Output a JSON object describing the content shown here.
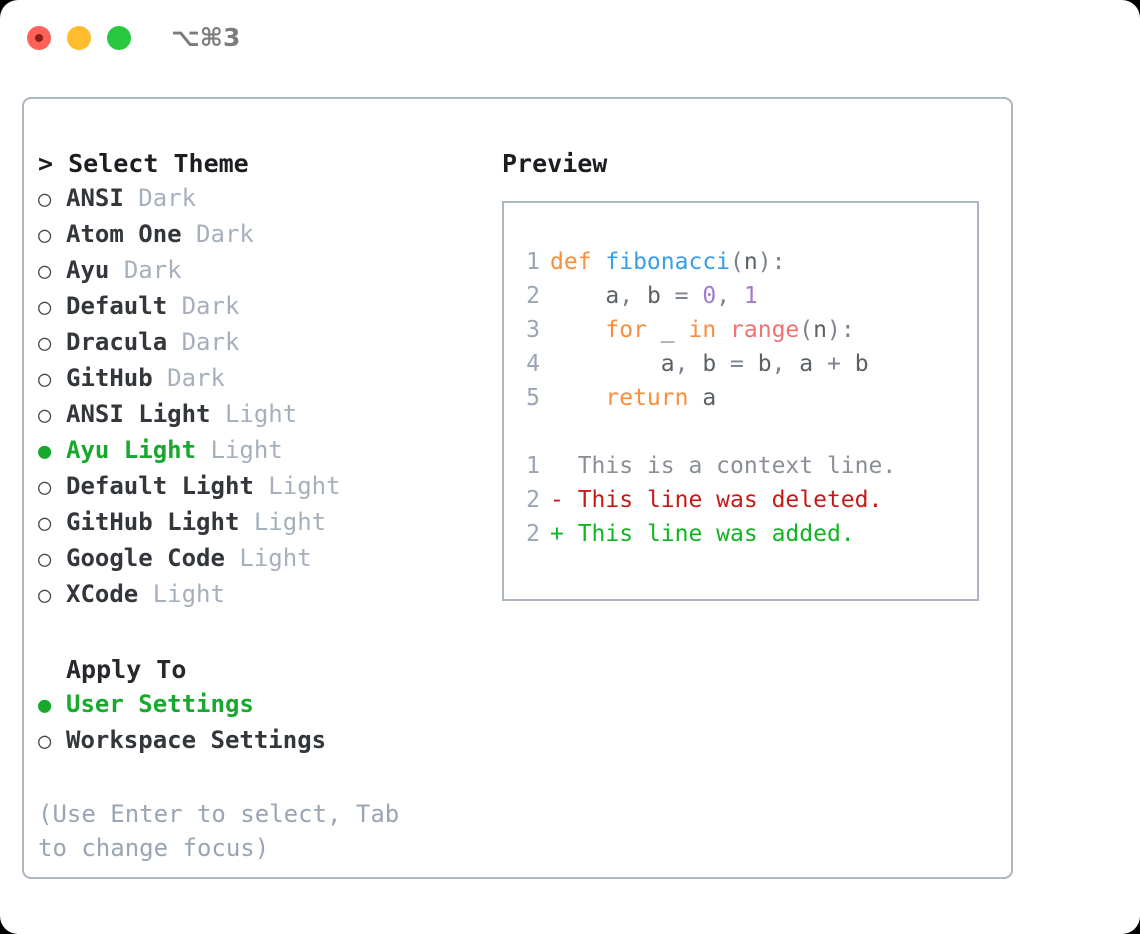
{
  "titlebar": {
    "shortcut": "⌥⌘3",
    "lights": [
      "close",
      "minimize",
      "maximize"
    ]
  },
  "theme_panel": {
    "header": "> Select Theme",
    "options": [
      {
        "marker": "○",
        "name": "ANSI",
        "tag": "Dark",
        "selected": false
      },
      {
        "marker": "○",
        "name": "Atom One",
        "tag": "Dark",
        "selected": false
      },
      {
        "marker": "○",
        "name": "Ayu",
        "tag": "Dark",
        "selected": false
      },
      {
        "marker": "○",
        "name": "Default",
        "tag": "Dark",
        "selected": false
      },
      {
        "marker": "○",
        "name": "Dracula",
        "tag": "Dark",
        "selected": false
      },
      {
        "marker": "○",
        "name": "GitHub",
        "tag": "Dark",
        "selected": false
      },
      {
        "marker": "○",
        "name": "ANSI Light",
        "tag": "Light",
        "selected": false
      },
      {
        "marker": "●",
        "name": "Ayu Light",
        "tag": "Light",
        "selected": true
      },
      {
        "marker": "○",
        "name": "Default Light",
        "tag": "Light",
        "selected": false
      },
      {
        "marker": "○",
        "name": "GitHub Light",
        "tag": "Light",
        "selected": false
      },
      {
        "marker": "○",
        "name": "Google Code",
        "tag": "Light",
        "selected": false
      },
      {
        "marker": "○",
        "name": "XCode",
        "tag": "Light",
        "selected": false
      }
    ]
  },
  "apply_to": {
    "header": "Apply To",
    "options": [
      {
        "marker": "●",
        "name": "User Settings",
        "selected": true
      },
      {
        "marker": "○",
        "name": "Workspace Settings",
        "selected": false
      }
    ]
  },
  "hint": "(Use Enter to select, Tab to change focus)",
  "preview": {
    "header": "Preview",
    "code_lines": [
      {
        "number": "1",
        "tokens": [
          {
            "text": "def ",
            "type": "kw"
          },
          {
            "text": "fibonacci",
            "type": "fn"
          },
          {
            "text": "(",
            "type": "pun"
          },
          {
            "text": "n",
            "type": "var"
          },
          {
            "text": "):",
            "type": "pun"
          }
        ]
      },
      {
        "number": "2",
        "tokens": [
          {
            "text": "    a",
            "type": "var"
          },
          {
            "text": ", ",
            "type": "pun"
          },
          {
            "text": "b",
            "type": "var"
          },
          {
            "text": " = ",
            "type": "pun"
          },
          {
            "text": "0",
            "type": "num"
          },
          {
            "text": ", ",
            "type": "pun"
          },
          {
            "text": "1",
            "type": "num"
          }
        ]
      },
      {
        "number": "3",
        "tokens": [
          {
            "text": "    ",
            "type": "pun"
          },
          {
            "text": "for",
            "type": "kw"
          },
          {
            "text": " _ ",
            "type": "var"
          },
          {
            "text": "in",
            "type": "kw"
          },
          {
            "text": " ",
            "type": "pun"
          },
          {
            "text": "range",
            "type": "bi"
          },
          {
            "text": "(",
            "type": "pun"
          },
          {
            "text": "n",
            "type": "var"
          },
          {
            "text": "):",
            "type": "pun"
          }
        ]
      },
      {
        "number": "4",
        "tokens": [
          {
            "text": "        a",
            "type": "var"
          },
          {
            "text": ", ",
            "type": "pun"
          },
          {
            "text": "b",
            "type": "var"
          },
          {
            "text": " = ",
            "type": "pun"
          },
          {
            "text": "b",
            "type": "var"
          },
          {
            "text": ", ",
            "type": "pun"
          },
          {
            "text": "a",
            "type": "var"
          },
          {
            "text": " + ",
            "type": "pun"
          },
          {
            "text": "b",
            "type": "var"
          }
        ]
      },
      {
        "number": "5",
        "tokens": [
          {
            "text": "    ",
            "type": "pun"
          },
          {
            "text": "return",
            "type": "kw"
          },
          {
            "text": " ",
            "type": "pun"
          },
          {
            "text": "a",
            "type": "var"
          }
        ]
      }
    ],
    "diff_lines": [
      {
        "number": "1",
        "sign": " ",
        "text": " This is a context line.",
        "kind": "ctx"
      },
      {
        "number": "2",
        "sign": "-",
        "text": " This line was deleted.",
        "kind": "del"
      },
      {
        "number": "2",
        "sign": "+",
        "text": " This line was added.",
        "kind": "add"
      }
    ]
  },
  "colors": {
    "keyword": "#fa8d3e",
    "function": "#399ee6",
    "number": "#a37acc",
    "builtin": "#f07171",
    "variable": "#5c6166",
    "punctuation": "#7b8290",
    "line_number": "#9aa5b4",
    "selected": "#19a82e",
    "tag": "#a6b0bd",
    "diff_context": "#8a8f96",
    "diff_deleted": "#c81919",
    "diff_added": "#10b521",
    "border": "#aeb6c2"
  }
}
